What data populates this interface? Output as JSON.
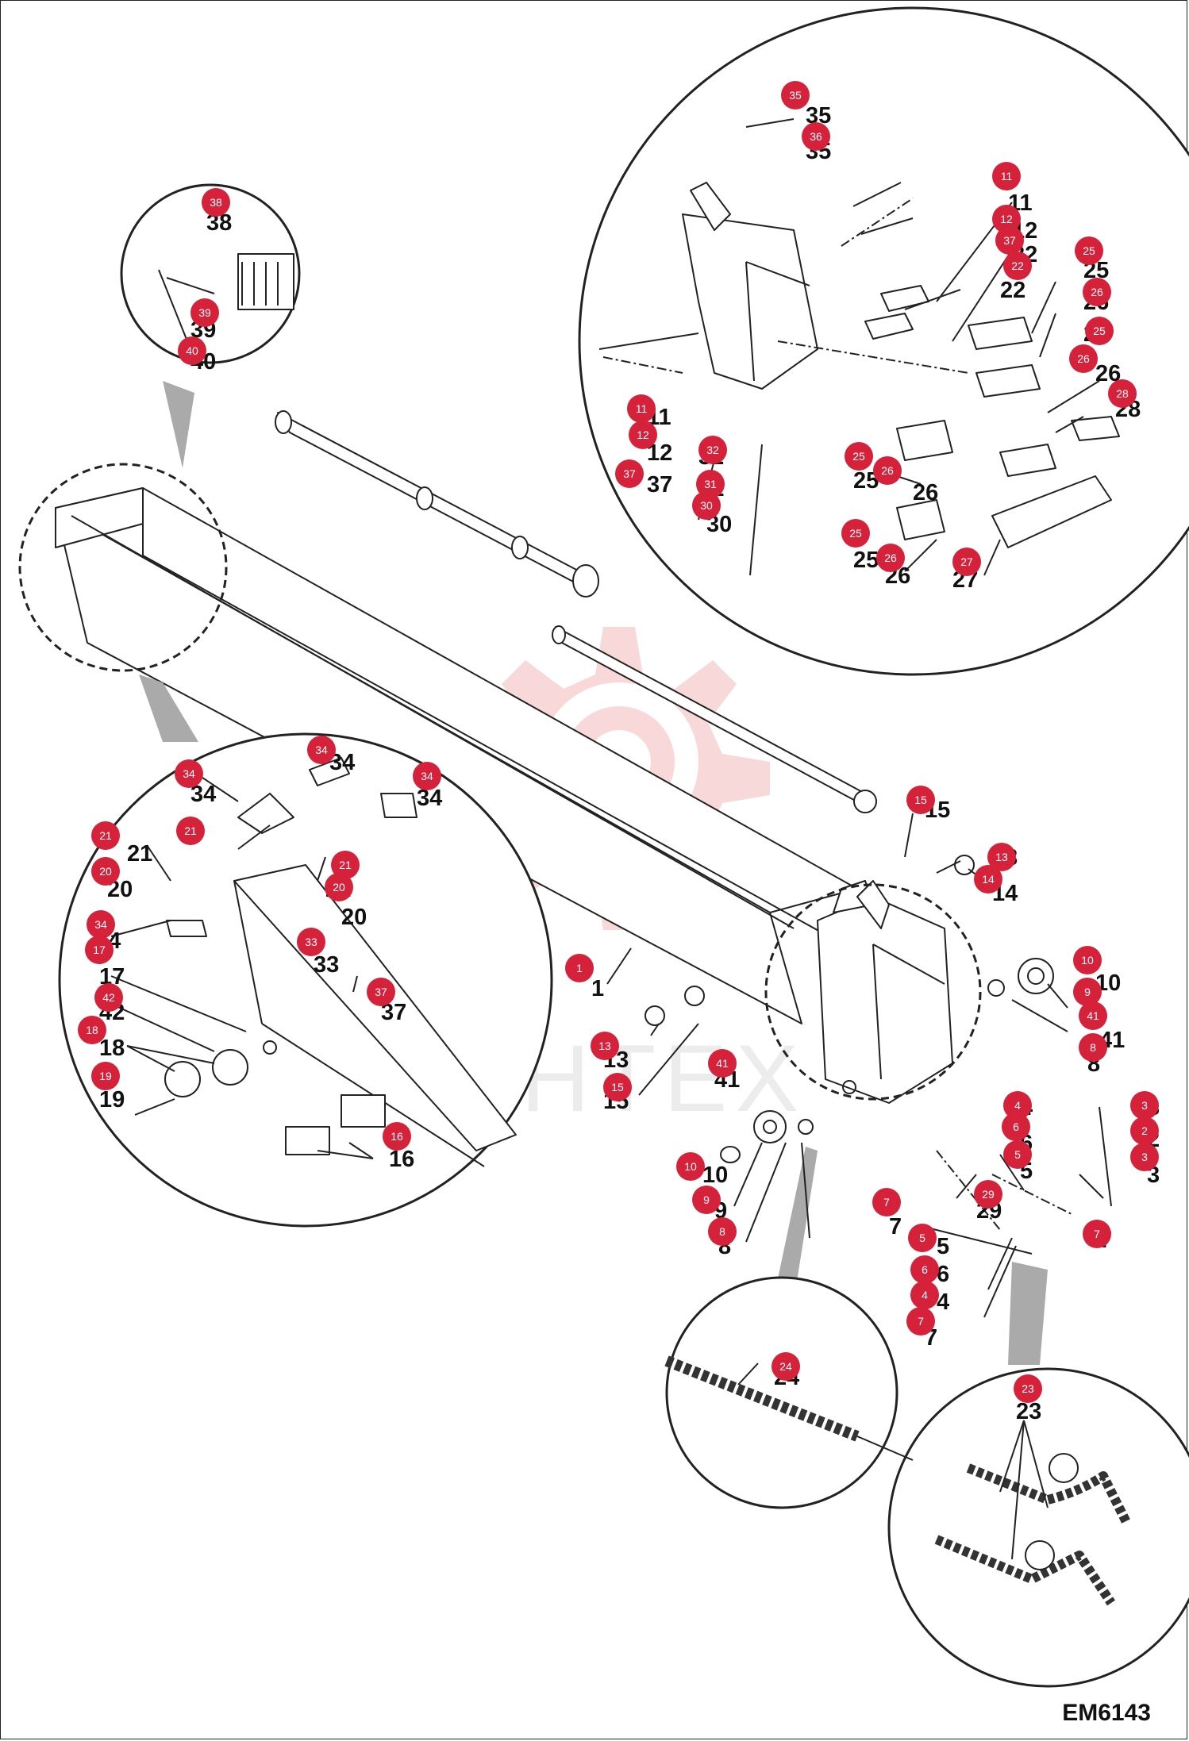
{
  "drawing_code": "EM6143",
  "watermark": {
    "text": "ИНТЕХ",
    "color": "#e8a0a0"
  },
  "accent_color": "#d6213a",
  "badges": [
    {
      "id": "1",
      "n": "1"
    },
    {
      "id": "13a",
      "n": "13"
    },
    {
      "id": "15a",
      "n": "15"
    },
    {
      "id": "15b",
      "n": "15"
    },
    {
      "id": "13b",
      "n": "13"
    },
    {
      "id": "14",
      "n": "14"
    },
    {
      "id": "10a",
      "n": "10"
    },
    {
      "id": "9a",
      "n": "9"
    },
    {
      "id": "41a",
      "n": "41"
    },
    {
      "id": "8a",
      "n": "8"
    },
    {
      "id": "41b",
      "n": "41"
    },
    {
      "id": "10b",
      "n": "10"
    },
    {
      "id": "9b",
      "n": "9"
    },
    {
      "id": "8b",
      "n": "8"
    },
    {
      "id": "4a",
      "n": "4"
    },
    {
      "id": "6a",
      "n": "6"
    },
    {
      "id": "5a",
      "n": "5"
    },
    {
      "id": "3a",
      "n": "3"
    },
    {
      "id": "2",
      "n": "2"
    },
    {
      "id": "3b",
      "n": "3"
    },
    {
      "id": "29",
      "n": "29"
    },
    {
      "id": "7a",
      "n": "7"
    },
    {
      "id": "7b",
      "n": "7"
    },
    {
      "id": "5b",
      "n": "5"
    },
    {
      "id": "6b",
      "n": "6"
    },
    {
      "id": "4b",
      "n": "4"
    },
    {
      "id": "7c",
      "n": "7"
    },
    {
      "id": "24",
      "n": "24"
    },
    {
      "id": "23",
      "n": "23"
    },
    {
      "id": "38",
      "n": "38"
    },
    {
      "id": "39",
      "n": "39"
    },
    {
      "id": "40",
      "n": "40"
    },
    {
      "id": "35",
      "n": "35"
    },
    {
      "id": "36",
      "n": "36"
    },
    {
      "id": "11a",
      "n": "11"
    },
    {
      "id": "12a",
      "n": "12"
    },
    {
      "id": "37a",
      "n": "37"
    },
    {
      "id": "22",
      "n": "22"
    },
    {
      "id": "25a",
      "n": "25"
    },
    {
      "id": "26a",
      "n": "26"
    },
    {
      "id": "25b",
      "n": "25"
    },
    {
      "id": "26b",
      "n": "26"
    },
    {
      "id": "28",
      "n": "28"
    },
    {
      "id": "11b",
      "n": "11"
    },
    {
      "id": "12b",
      "n": "12"
    },
    {
      "id": "37b",
      "n": "37"
    },
    {
      "id": "32",
      "n": "32"
    },
    {
      "id": "31",
      "n": "31"
    },
    {
      "id": "30",
      "n": "30"
    },
    {
      "id": "25c",
      "n": "25"
    },
    {
      "id": "26c",
      "n": "26"
    },
    {
      "id": "25d",
      "n": "25"
    },
    {
      "id": "26d",
      "n": "26"
    },
    {
      "id": "27",
      "n": "27"
    },
    {
      "id": "34a",
      "n": "34"
    },
    {
      "id": "34b",
      "n": "34"
    },
    {
      "id": "34c",
      "n": "34"
    },
    {
      "id": "21a",
      "n": "21"
    },
    {
      "id": "21b",
      "n": "21"
    },
    {
      "id": "20a",
      "n": "20"
    },
    {
      "id": "21c",
      "n": "21"
    },
    {
      "id": "20b",
      "n": "20"
    },
    {
      "id": "34d",
      "n": "34"
    },
    {
      "id": "17",
      "n": "17"
    },
    {
      "id": "42",
      "n": "42"
    },
    {
      "id": "18",
      "n": "18"
    },
    {
      "id": "19",
      "n": "19"
    },
    {
      "id": "33",
      "n": "33"
    },
    {
      "id": "37c",
      "n": "37"
    },
    {
      "id": "16",
      "n": "16"
    }
  ],
  "labels": [
    "1",
    "13",
    "15",
    "15",
    "13",
    "14",
    "10",
    "9",
    "41",
    "8",
    "41",
    "10",
    "9",
    "8",
    "4",
    "6",
    "5",
    "3",
    "2",
    "3",
    "29",
    "7",
    "7",
    "5",
    "6",
    "4",
    "7",
    "24",
    "23",
    "38",
    "39",
    "40",
    "35",
    "35",
    "11",
    "12",
    "22",
    "22",
    "25",
    "26",
    "25",
    "26",
    "28",
    "11",
    "12",
    "37",
    "32",
    "31",
    "30",
    "25",
    "26",
    "25",
    "26",
    "27",
    "34",
    "34",
    "34",
    "21",
    "20",
    "21",
    "20",
    "34",
    "17",
    "18",
    "19",
    "33",
    "37",
    "16",
    "42"
  ]
}
